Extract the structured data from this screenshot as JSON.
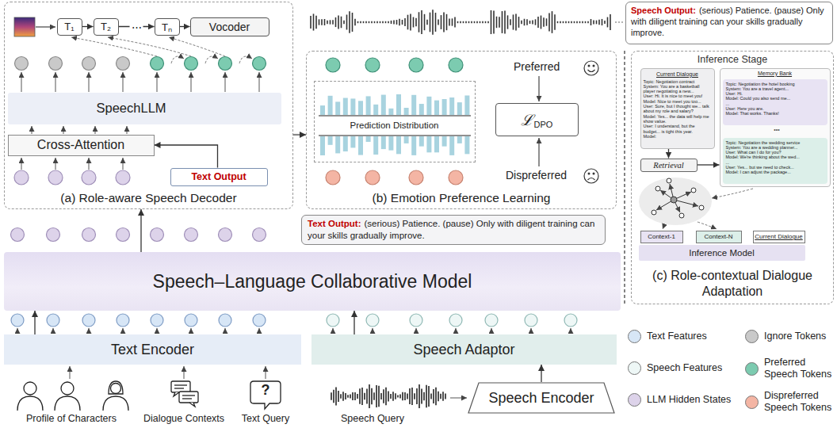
{
  "diagram": {
    "nodes": [
      {
        "text": [
          "(a) Role-aware Speech Decoder"
        ]
      },
      {
        "text": [
          "T₁"
        ],
        "in": 0
      },
      {
        "text": [
          "T₂"
        ],
        "in": 0
      },
      {
        "text": [
          "Tₙ"
        ],
        "in": 0
      },
      {
        "text": [
          "Vocoder"
        ],
        "in": 0
      },
      {
        "text": [
          "SpeechLLM"
        ],
        "in": 0
      },
      {
        "text": [
          "Cross-Attention"
        ],
        "in": 0
      },
      {
        "text": [
          "Text Output"
        ],
        "in": 0
      },
      {
        "text": [
          "Speech Output:",
          "(serious) Patience. (pause) Only with diligent training can your skills gradually improve."
        ]
      },
      {
        "text": [
          "(b) Emotion Preference Learning"
        ]
      },
      {
        "text": [
          "Prediction Distribution"
        ],
        "in": 9
      },
      {
        "text": [
          "ℒ",
          "DPO"
        ],
        "in": 9
      },
      {
        "text": [
          "Inference Stage",
          "(c) Role-contextual Dialogue Adaptation"
        ]
      },
      {
        "text": [
          "Current Dialogue",
          "Topic: Negotiation contract",
          "System: You are a basketball player negotiating a new...",
          "User: Hi. It is nice to meet you!",
          "Model: Nice to meet you too...",
          "User: Sure, but I thought we... talk about my role and salary?",
          "Model: Yes... the data will help me show value.",
          "User: I understand, but the budget... is tight this year.",
          "Model:"
        ],
        "in": 12
      },
      {
        "text": [
          "Memory Bank"
        ],
        "in": 12
      },
      {
        "text": [
          "Topic: Negotiation the hotel booking",
          "System: You are a travel agent...",
          "User: Hi.",
          "Model: Could you also send me...",
          "...",
          "User: Here you are.",
          "Model: That works. Thanks!"
        ],
        "in": 14
      },
      {
        "text": [
          "Topic: Negotiation the wedding service",
          "System: You are a wedding planner...",
          "User: What can I do for you?",
          "Model: We're thinking about the wed...",
          "...",
          "User: Yes... but we need to check...",
          "Model: I can adjust the package..."
        ],
        "in": 14
      },
      {
        "text": [
          "Retrieval"
        ],
        "in": 12
      },
      {
        "text": [
          "Context-1"
        ],
        "in": 12
      },
      {
        "text": [
          "Context-N"
        ],
        "in": 12
      },
      {
        "text": [
          "Current Dialogue"
        ],
        "in": 12
      },
      {
        "text": [
          "Inference Model"
        ],
        "in": 12
      },
      {
        "text": [
          "Text Output:",
          "(serious) Patience. (pause) Only with diligent training can your skills gradually improve."
        ]
      },
      {
        "text": [
          "Speech–Language Collaborative Model"
        ]
      },
      {
        "text": [
          "Text Encoder"
        ]
      },
      {
        "text": [
          "Speech Adaptor"
        ]
      },
      {
        "text": [
          "Speech Encoder"
        ]
      }
    ],
    "edges": [
      {
        "from": 1,
        "to": 2,
        "arrow": "to"
      },
      {
        "from": 2,
        "to": 3,
        "arrow": "to",
        "label": "⋯"
      },
      {
        "from": 3,
        "to": 4,
        "arrow": "to"
      },
      {
        "from": 7,
        "to": 6,
        "arrow": "to"
      },
      {
        "from": 23,
        "to": 0,
        "arrow": "to"
      },
      {
        "from": 0,
        "to": 9,
        "arrow": "to"
      },
      {
        "from": 13,
        "to": 17,
        "arrow": "to"
      },
      {
        "from": 17,
        "to": 14,
        "arrow": "to"
      },
      {
        "from": 24,
        "to": 23,
        "arrow": "to"
      },
      {
        "from": 25,
        "to": 23,
        "arrow": "to"
      },
      {
        "from": 26,
        "to": 25,
        "arrow": "to"
      }
    ],
    "labels": [
      "Preferred",
      "Dispreferred",
      "•••",
      "Profile of Characters",
      "Dialogue Contexts",
      "Text Query",
      "Speech Query",
      "?"
    ],
    "legend": [
      {
        "text": "Text Features",
        "color": "#d7e6f6"
      },
      {
        "text": "Speech Features",
        "color": "#eef7f6"
      },
      {
        "text": "LLM Hidden States",
        "color": "#ddd3ea"
      },
      {
        "text": "Ignore Tokens",
        "color": "#c9c9c9"
      },
      {
        "text": "Preferred Speech Tokens",
        "color": "#7ccbb0"
      },
      {
        "text": "Dispreferred Speech Tokens",
        "color": "#f4b5a4"
      }
    ]
  }
}
